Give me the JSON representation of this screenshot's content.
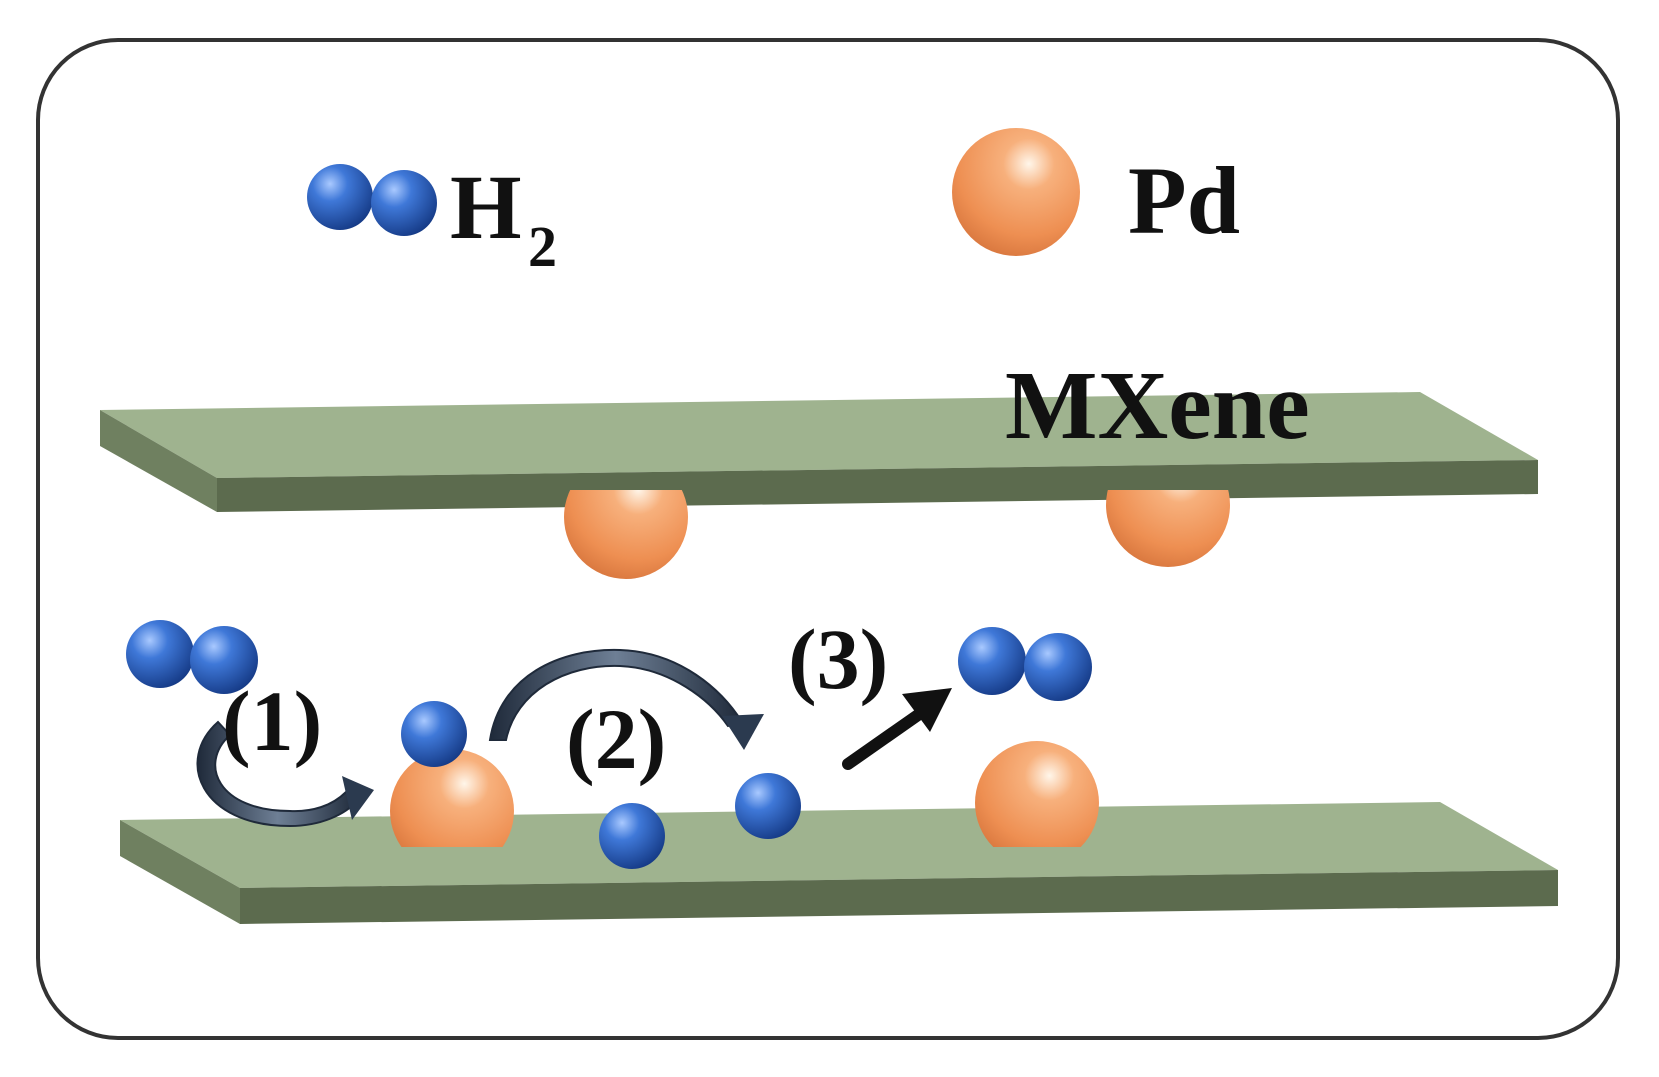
{
  "legend": {
    "h2_label": "H",
    "h2_subscript": "2",
    "pd_label": "Pd"
  },
  "layer_label": "MXene",
  "steps": {
    "step1": "(1)",
    "step2": "(2)",
    "step3": "(3)"
  },
  "colors": {
    "frame": "#333333",
    "sheet_top": "#9fb38f",
    "sheet_front": "#5c6b4e",
    "hydrogen": "#2f63c4",
    "palladium": "#f0955a",
    "arrow_curved": "#2b3a4f",
    "arrow_straight": "#111111"
  },
  "icons": {
    "hydrogen": "blue-sphere",
    "palladium": "orange-sphere"
  }
}
